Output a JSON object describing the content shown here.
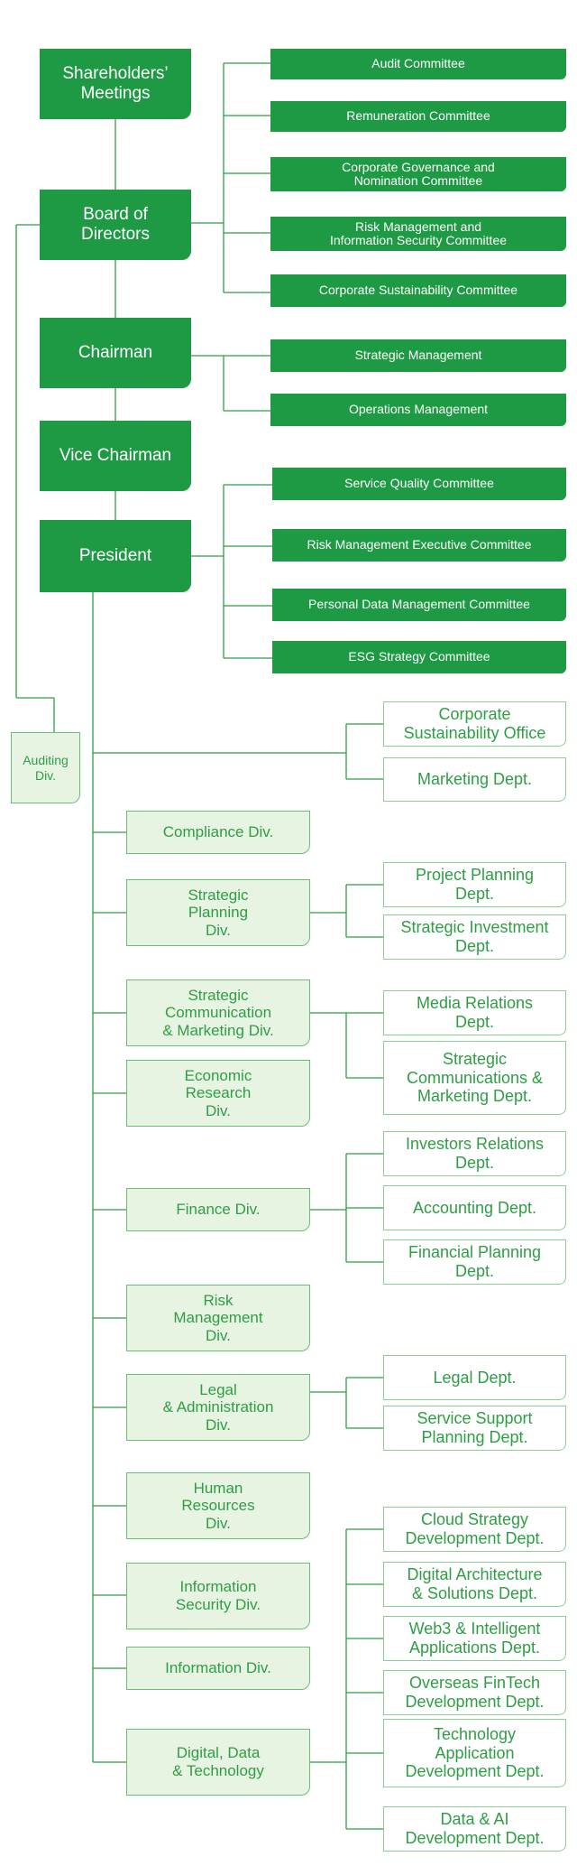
{
  "colors": {
    "primary": "#1e9a45",
    "line": "#2e9e45",
    "division_fill": "#e8f4e2",
    "dept_border": "#8ccf94"
  },
  "executive": {
    "shareholders": "Shareholders’\nMeetings",
    "board": "Board of\nDirectors",
    "chairman": "Chairman",
    "vice_chairman": "Vice Chairman",
    "president": "President"
  },
  "board_committees": [
    "Audit Committee",
    "Remuneration Committee",
    "Corporate Governance and\nNomination Committee",
    "Risk Management and\nInformation Security Committee",
    "Corporate Sustainability Committee"
  ],
  "chairman_units": [
    "Strategic Management",
    "Operations Management"
  ],
  "president_committees": [
    "Service Quality Committee",
    "Risk Management Executive Committee",
    "Personal Data Management Committee",
    "ESG Strategy Committee"
  ],
  "auditing": "Auditing\nDiv.",
  "president_offices": [
    "Corporate\nSustainability Office",
    "Marketing Dept."
  ],
  "divisions": [
    {
      "name": "Compliance Div.",
      "departments": []
    },
    {
      "name": "Strategic\nPlanning\nDiv.",
      "departments": [
        "Project Planning\nDept.",
        "Strategic Investment\nDept."
      ]
    },
    {
      "name": "Strategic\nCommunication\n& Marketing Div.",
      "departments": [
        "Media Relations\nDept.",
        "Strategic\nCommunications &\nMarketing Dept."
      ]
    },
    {
      "name": "Economic\nResearch\nDiv.",
      "departments": []
    },
    {
      "name": "Finance Div.",
      "departments": [
        "Investors Relations\nDept.",
        "Accounting Dept.",
        "Financial Planning\nDept."
      ]
    },
    {
      "name": "Risk\nManagement\nDiv.",
      "departments": []
    },
    {
      "name": "Legal\n& Administration\nDiv.",
      "departments": [
        "Legal Dept.",
        "Service Support\nPlanning Dept."
      ]
    },
    {
      "name": "Human\nResources\nDiv.",
      "departments": []
    },
    {
      "name": "Information\nSecurity Div.",
      "departments": []
    },
    {
      "name": "Information Div.",
      "departments": []
    },
    {
      "name": "Digital, Data\n& Technology",
      "departments": [
        "Cloud Strategy\nDevelopment Dept.",
        "Digital Architecture\n& Solutions Dept.",
        "Web3 & Intelligent\nApplications Dept.",
        "Overseas FinTech\nDevelopment Dept.",
        "Technology\nApplication\nDevelopment Dept.",
        "Data & AI\nDevelopment Dept."
      ]
    }
  ]
}
